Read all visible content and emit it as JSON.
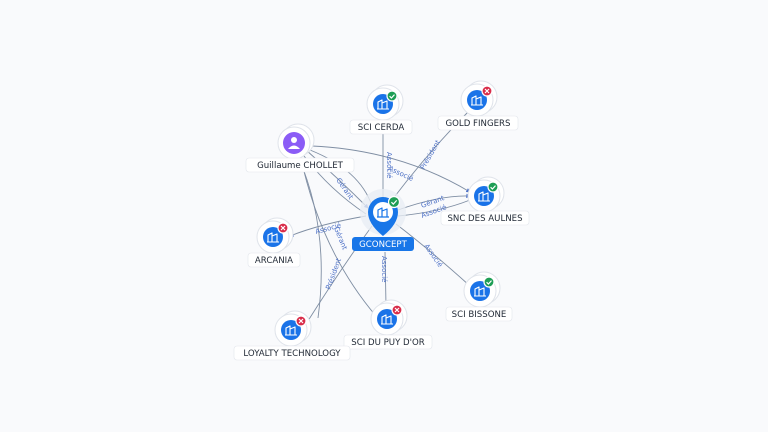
{
  "center": {
    "label": "GCONCEPT",
    "status": "active",
    "icon": "building-icon"
  },
  "person": {
    "label": "Guillaume CHOLLET",
    "icon": "person-icon"
  },
  "companies": [
    {
      "id": "sci-cerda",
      "label": "SCI CERDA",
      "status": "active",
      "icon": "building-icon"
    },
    {
      "id": "gold-fingers",
      "label": "GOLD FINGERS",
      "status": "closed",
      "icon": "building-icon"
    },
    {
      "id": "snc-des-aulnes",
      "label": "SNC DES AULNES",
      "status": "active",
      "icon": "building-icon"
    },
    {
      "id": "sci-bissone",
      "label": "SCI BISSONE",
      "status": "active",
      "icon": "building-icon"
    },
    {
      "id": "sci-du-puy-dor",
      "label": "SCI DU PUY D'OR",
      "status": "closed",
      "icon": "building-icon"
    },
    {
      "id": "loyalty-technology",
      "label": "LOYALTY TECHNOLOGY",
      "status": "closed",
      "icon": "building-icon"
    },
    {
      "id": "arcania",
      "label": "ARCANIA",
      "status": "closed",
      "icon": "building-icon"
    }
  ],
  "edge_labels": {
    "cerda": "Associé",
    "gold_fingers": "Président",
    "aulnes_gerant": "Gérant",
    "aulnes_associe": "Associé",
    "bissone": "Associé",
    "puy": "Associé",
    "arcania": "Associé",
    "loyalty": "Président",
    "chollet_gerant": "Gérant",
    "chollet_gerant2": "Gérant",
    "chollet_aulnes": "Associé"
  },
  "colors": {
    "company": "#1a73e8",
    "person": "#8b5cf6",
    "active_badge": "#1e9e55",
    "closed_badge": "#d92d4a",
    "edge_label": "#4f72c7"
  }
}
